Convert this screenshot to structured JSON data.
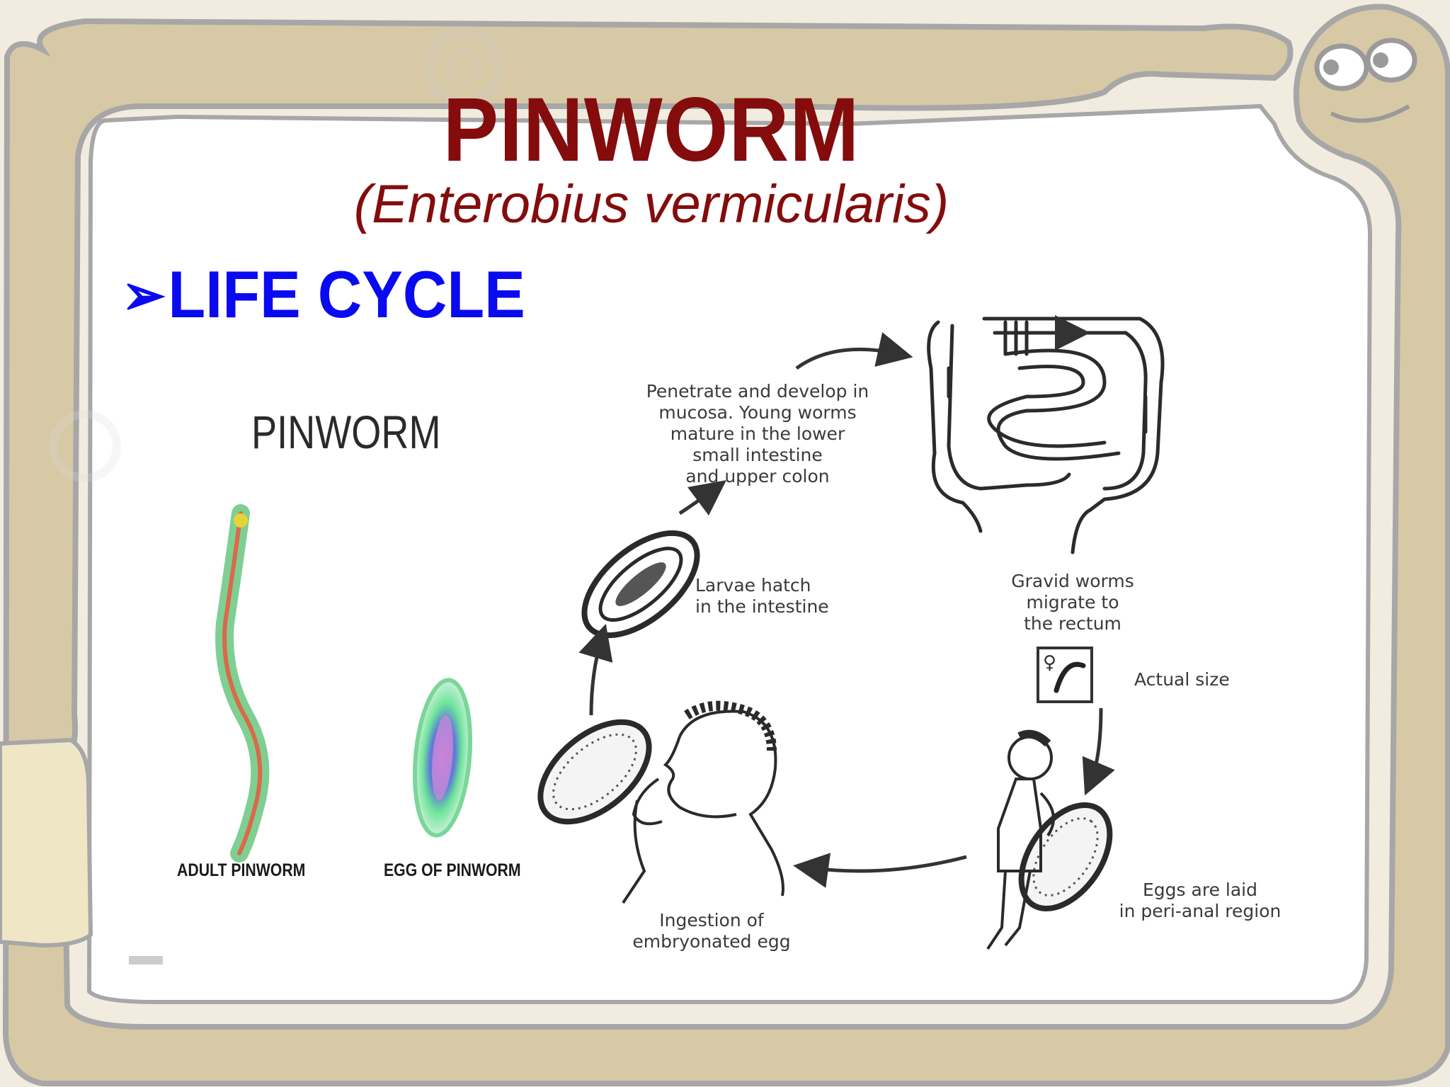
{
  "slide": {
    "title": "PINWORM",
    "subtitle": "(Enterobius vermicularis)",
    "section_marker": "➢",
    "section_heading": "LIFE CYCLE"
  },
  "left_panel": {
    "title": "PINWORM",
    "adult_caption": "ADULT PINWORM",
    "egg_caption": "EGG OF PINWORM"
  },
  "cycle": {
    "penetrate": "Penetrate and develop in\nmucosa. Young worms\nmature in the lower\nsmall intestine\nand upper colon",
    "larvae": "Larvae hatch\nin the intestine",
    "gravid": "Gravid worms\nmigrate to\nthe rectum",
    "actual_size": "Actual size",
    "eggs_laid": "Eggs are laid\nin peri-anal region",
    "ingestion": "Ingestion of\nembryonated egg",
    "female_symbol": "♀"
  },
  "colors": {
    "title": "#840c0c",
    "section": "#0a0af0",
    "frame": "#d7c9a6",
    "frame_stroke": "#a7a7a7"
  }
}
